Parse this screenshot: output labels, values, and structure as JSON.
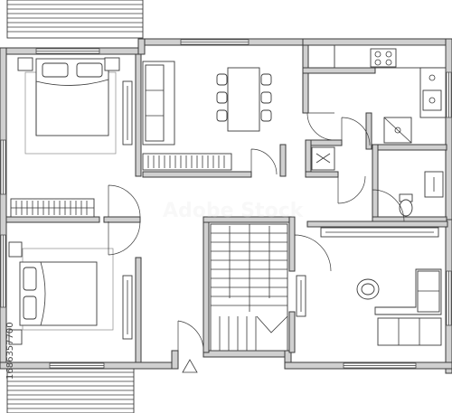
{
  "drawing": {
    "subject": "floor-plan",
    "line_color": "#3a3a3a",
    "wall_fill": "#d0d0d0",
    "background": "#ffffff"
  },
  "watermark": {
    "stock_id": "1686357700",
    "logo_text": "Adobe Stock"
  }
}
